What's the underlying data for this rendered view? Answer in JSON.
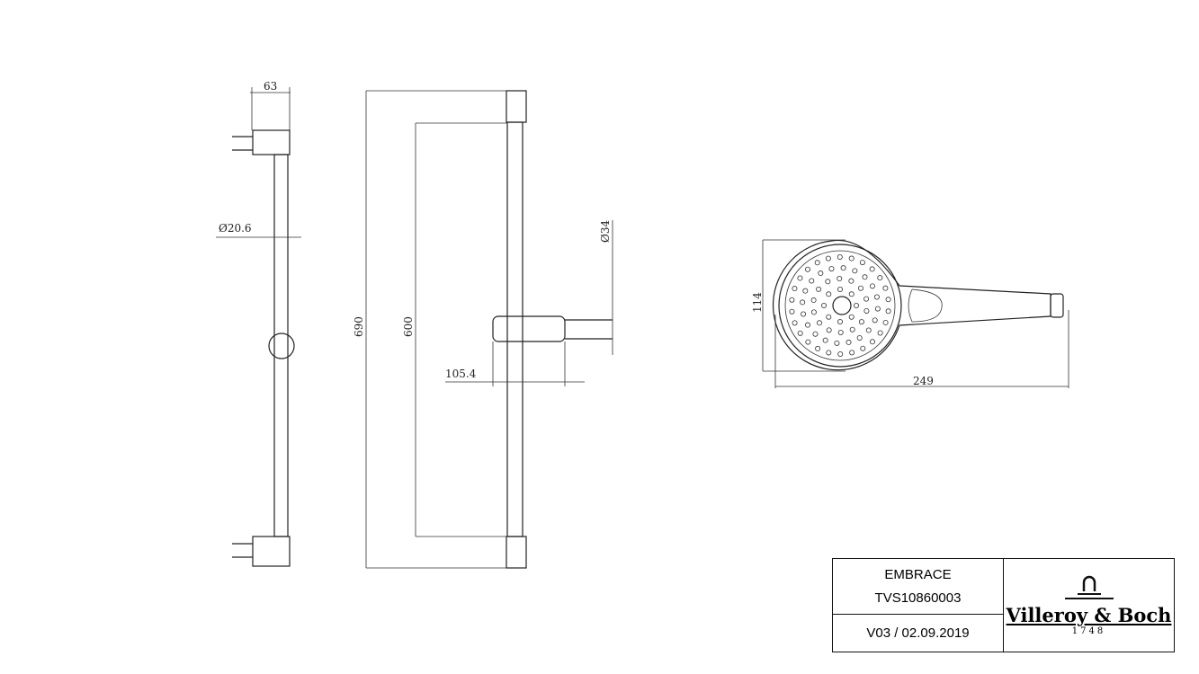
{
  "dimensions": {
    "bracket_width": "63",
    "rail_diameter": "Ø20.6",
    "total_length": "690",
    "bracket_spacing": "600",
    "slider_projection": "105.4",
    "holder_diameter": "Ø34",
    "head_width": "114",
    "head_length": "249"
  },
  "title_block": {
    "product": "EMBRACE",
    "article": "TVS10860003",
    "version": "V03 / 02.09.2019",
    "brand": "Villeroy & Boch",
    "brand_year": "1748"
  }
}
